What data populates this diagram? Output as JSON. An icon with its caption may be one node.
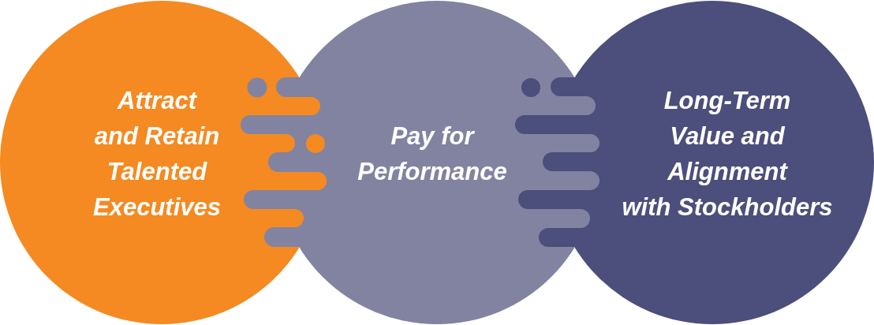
{
  "diagram": {
    "nodes": [
      {
        "text": [
          "Attract and Retain Talented Executives"
        ]
      },
      {
        "text": [
          "Pay for Performance"
        ]
      },
      {
        "text": [
          "Long-Term Value and Alignment with Stockholders"
        ]
      }
    ]
  }
}
